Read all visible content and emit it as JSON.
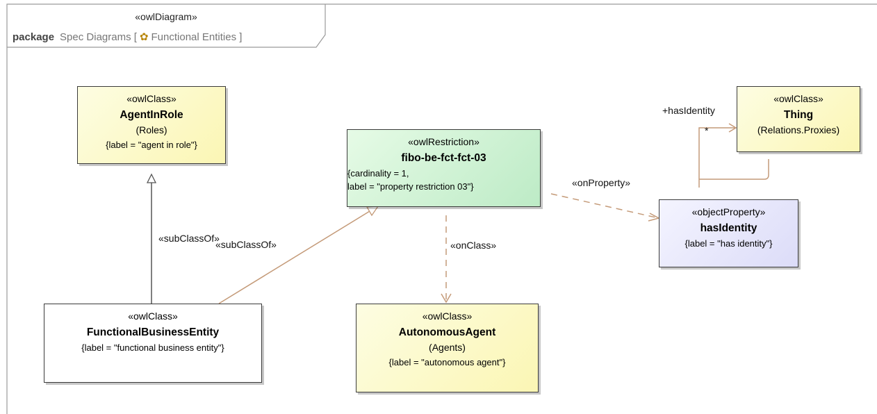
{
  "frame": {
    "stereotype": "«owlDiagram»",
    "keyword": "package",
    "title_before": "Spec Diagrams [",
    "title_name": "Functional Entities",
    "title_after": "]"
  },
  "nodes": {
    "agent_in_role": {
      "stereotype": "«owlClass»",
      "name": "AgentInRole",
      "package": "(Roles)",
      "tag": "{label = \"agent in role\"}"
    },
    "restriction": {
      "stereotype": "«owlRestriction»",
      "name": "fibo-be-fct-fct-03",
      "tag_line1": "{cardinality = 1,",
      "tag_line2": "label = \"property restriction 03\"}"
    },
    "thing": {
      "stereotype": "«owlClass»",
      "name": "Thing",
      "package": "(Relations.Proxies)"
    },
    "has_identity": {
      "stereotype": "«objectProperty»",
      "name": "hasIdentity",
      "tag": "{label = \"has identity\"}"
    },
    "functional_business_entity": {
      "stereotype": "«owlClass»",
      "name": "FunctionalBusinessEntity",
      "tag": "{label = \"functional business entity\"}"
    },
    "autonomous_agent": {
      "stereotype": "«owlClass»",
      "name": "AutonomousAgent",
      "package": "(Agents)",
      "tag": "{label = \"autonomous agent\"}"
    }
  },
  "edge_labels": {
    "subclass_vertical": "«subClassOf»",
    "subclass_diagonal": "«subClassOf»",
    "on_class": "«onClass»",
    "on_property": "«onProperty»",
    "role_name": "+hasIdentity",
    "multiplicity": "*"
  },
  "colors": {
    "class_fill": "#fbf6b4",
    "restriction_fill": "#bdebc6",
    "property_fill": "#dcdcf8",
    "generalization_line": "#555555",
    "association_line": "#c49a78"
  }
}
